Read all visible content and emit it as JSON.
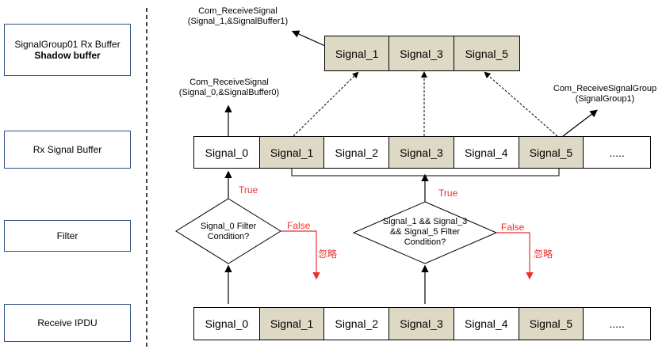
{
  "left_labels": {
    "shadow_title": "SignalGroup01 Rx Buffer",
    "shadow_subtitle": "Shadow buffer",
    "rx_signal_buffer": "Rx Signal Buffer",
    "filter": "Filter",
    "receive_ipdu": "Receive IPDU"
  },
  "shadow_buffer": [
    "Signal_1",
    "Signal_3",
    "Signal_5"
  ],
  "rx_buffer": [
    "Signal_0",
    "Signal_1",
    "Signal_2",
    "Signal_3",
    "Signal_4",
    "Signal_5",
    "....."
  ],
  "ipdu": [
    "Signal_0",
    "Signal_1",
    "Signal_2",
    "Signal_3",
    "Signal_4",
    "Signal_5",
    "....."
  ],
  "calls": {
    "top_line1": "Com_ReceiveSignal",
    "top_line2": "(Signal_1,&SignalBuffer1)",
    "sig0_line1": "Com_ReceiveSignal",
    "sig0_line2": "(Signal_0,&SignalBuffer0)",
    "group_line1": "Com_ReceiveSignalGroup",
    "group_line2": "(SignalGroup1)"
  },
  "filters": {
    "single_line1": "Signal_0 Filter",
    "single_line2": "Condition?",
    "group_line1": "Signal_1 && Signal_3",
    "group_line2": "&& Signal_5 Filter",
    "group_line3": "Condition?"
  },
  "outcomes": {
    "true_label": "True",
    "false_label": "False",
    "ignore_label": "忽略"
  },
  "colors": {
    "shade": "#ddd9c4",
    "border_blue": "#2f4f7f",
    "red": "#e8312f"
  }
}
